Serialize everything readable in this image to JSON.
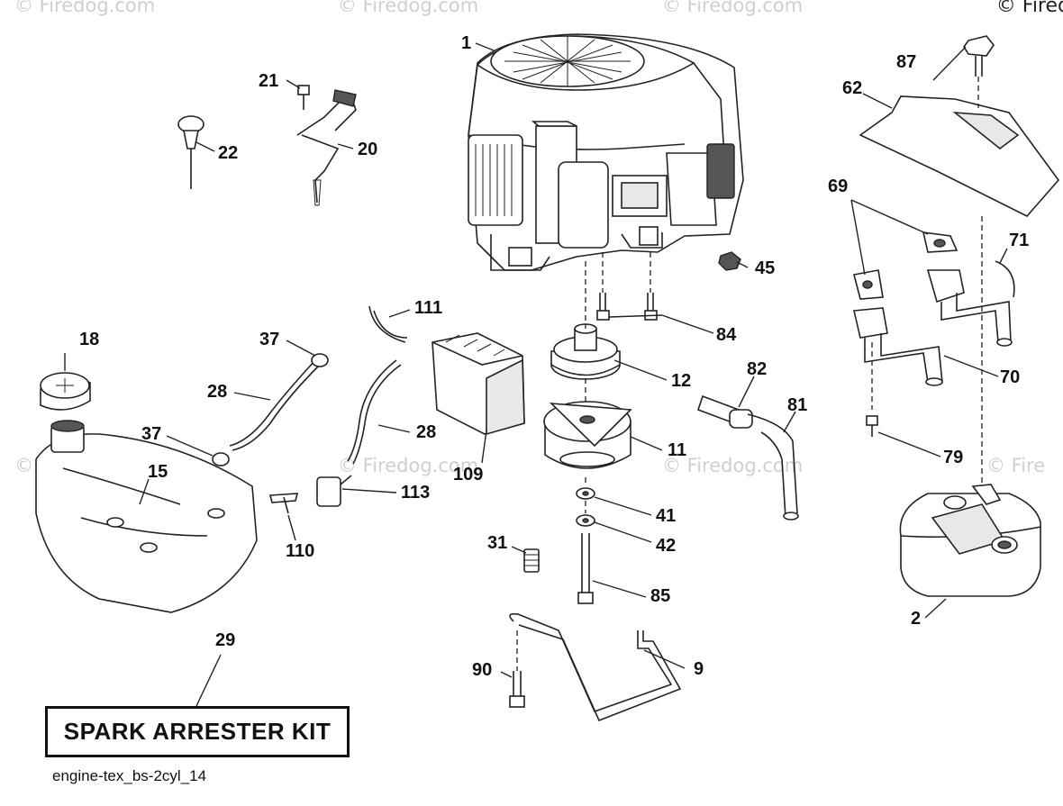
{
  "watermarks": {
    "w1": "© Firedog.com",
    "w2": "© Firedog.com",
    "w3": "© Firedog.com",
    "w4": "© Firedog.com",
    "w5": "© Firedog.com",
    "w6": "© Firedog.com",
    "w7": "© Fire",
    "copyright": "© Fired"
  },
  "callouts": {
    "c1": "1",
    "c2": "2",
    "c9": "9",
    "c11": "11",
    "c12": "12",
    "c15": "15",
    "c18": "18",
    "c20": "20",
    "c21": "21",
    "c22": "22",
    "c28a": "28",
    "c28b": "28",
    "c29": "29",
    "c31": "31",
    "c37a": "37",
    "c37b": "37",
    "c41": "41",
    "c42": "42",
    "c45": "45",
    "c62": "62",
    "c69": "69",
    "c70": "70",
    "c71": "71",
    "c79": "79",
    "c81": "81",
    "c82": "82",
    "c84": "84",
    "c85": "85",
    "c87": "87",
    "c90": "90",
    "c109": "109",
    "c110": "110",
    "c111": "111",
    "c113": "113"
  },
  "kit_label": "SPARK ARRESTER KIT",
  "diagram_code": "engine-tex_bs-2cyl_14"
}
